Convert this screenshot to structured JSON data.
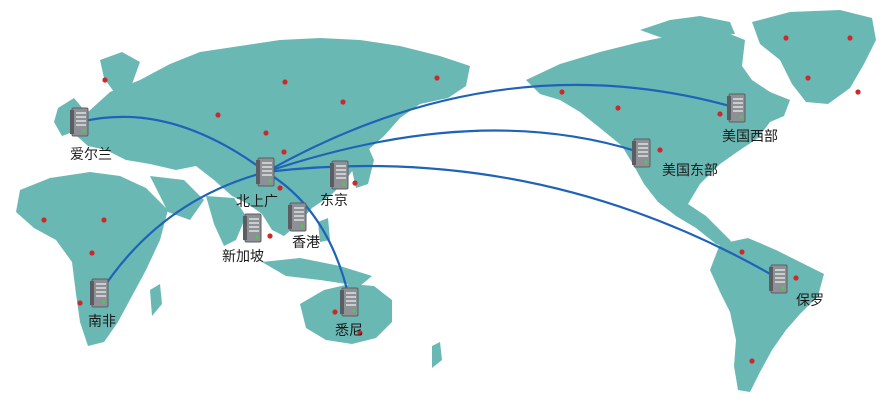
{
  "colors": {
    "land": "#6ab8b4",
    "route": "#1f63b8",
    "city_dot": "#cc2a2a",
    "server_body": "#8d9196",
    "server_dark": "#5a5e63",
    "label": "#1a1a1a"
  },
  "hub": {
    "id": "beijing-shanghai-guangzhou",
    "label": "北上广"
  },
  "nodes": [
    {
      "id": "ireland",
      "label": "爱尔兰",
      "icon": "server-icon"
    },
    {
      "id": "beijing-shanghai-guangzhou",
      "label": "北上广",
      "icon": "server-icon"
    },
    {
      "id": "tokyo",
      "label": "东京",
      "icon": "server-icon"
    },
    {
      "id": "hongkong",
      "label": "香港",
      "icon": "server-icon"
    },
    {
      "id": "singapore",
      "label": "新加坡",
      "icon": "server-icon"
    },
    {
      "id": "south-africa",
      "label": "南非",
      "icon": "server-icon"
    },
    {
      "id": "sydney",
      "label": "悉尼",
      "icon": "server-icon"
    },
    {
      "id": "us-west",
      "label": "美国西部",
      "icon": "server-icon"
    },
    {
      "id": "us-east",
      "label": "美国东部",
      "icon": "server-icon"
    },
    {
      "id": "sao-paulo",
      "label": "保罗",
      "icon": "server-icon"
    }
  ],
  "routes": [
    {
      "from": "beijing-shanghai-guangzhou",
      "to": "ireland"
    },
    {
      "from": "beijing-shanghai-guangzhou",
      "to": "south-africa"
    },
    {
      "from": "beijing-shanghai-guangzhou",
      "to": "sydney"
    },
    {
      "from": "beijing-shanghai-guangzhou",
      "to": "us-west"
    },
    {
      "from": "beijing-shanghai-guangzhou",
      "to": "us-east"
    },
    {
      "from": "beijing-shanghai-guangzhou",
      "to": "sao-paulo"
    }
  ]
}
